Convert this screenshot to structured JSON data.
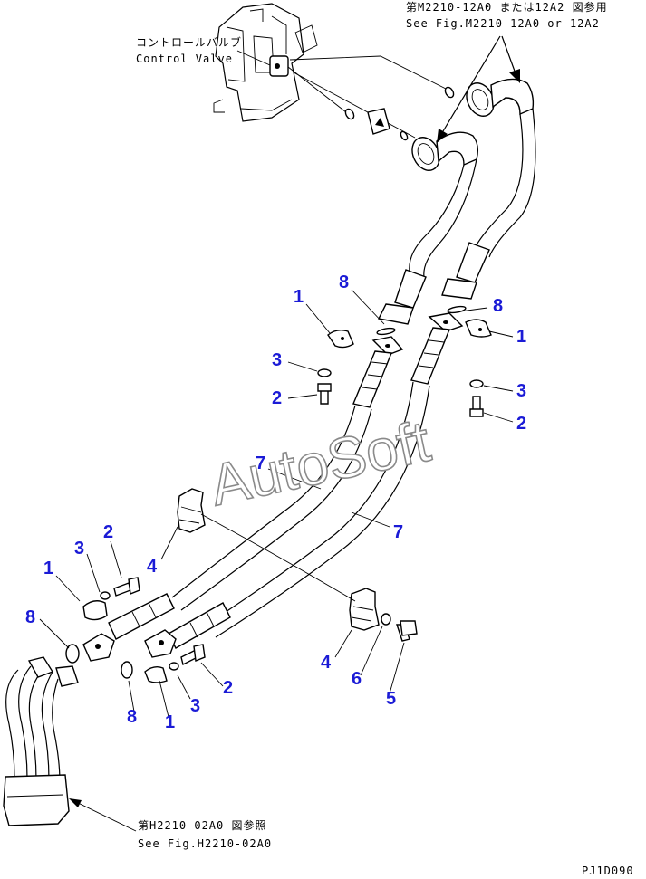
{
  "references": {
    "top_right_jp": "第M2210-12A0 または12A2 図参用",
    "top_right_en": "See Fig.M2210-12A0 or 12A2",
    "control_valve_jp": "コントロールバルブ",
    "control_valve_en": "Control Valve",
    "bottom_jp": "第H2210-02A0 図参照",
    "bottom_en": "See Fig.H2210-02A0"
  },
  "watermark": "AutoSoft",
  "drawing_code": "PJ1D090",
  "callouts": [
    {
      "id": "c1",
      "text": "8"
    },
    {
      "id": "c2",
      "text": "1"
    },
    {
      "id": "c3",
      "text": "3"
    },
    {
      "id": "c4",
      "text": "2"
    },
    {
      "id": "c5",
      "text": "8"
    },
    {
      "id": "c6",
      "text": "1"
    },
    {
      "id": "c7",
      "text": "3"
    },
    {
      "id": "c8",
      "text": "2"
    },
    {
      "id": "c9",
      "text": "7"
    },
    {
      "id": "c10",
      "text": "7"
    },
    {
      "id": "c11",
      "text": "4"
    },
    {
      "id": "c12",
      "text": "2"
    },
    {
      "id": "c13",
      "text": "3"
    },
    {
      "id": "c14",
      "text": "1"
    },
    {
      "id": "c15",
      "text": "8"
    },
    {
      "id": "c16",
      "text": "2"
    },
    {
      "id": "c17",
      "text": "3"
    },
    {
      "id": "c18",
      "text": "8"
    },
    {
      "id": "c19",
      "text": "1"
    },
    {
      "id": "c20",
      "text": "4"
    },
    {
      "id": "c21",
      "text": "6"
    },
    {
      "id": "c22",
      "text": "5"
    }
  ]
}
